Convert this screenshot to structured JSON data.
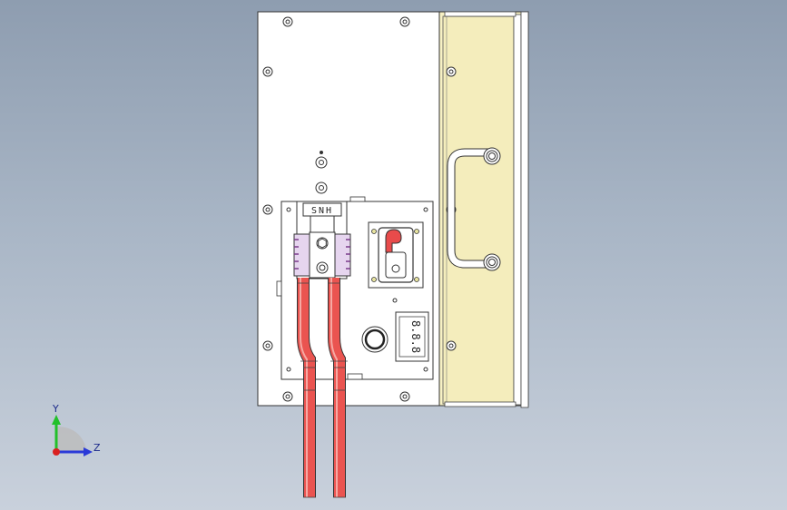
{
  "viewport": {
    "background_top": "#8e9db0",
    "background_bottom": "#c9d1dc"
  },
  "model": {
    "brand_label": "SNH",
    "display_digits": "8.8.8",
    "panel_color": "#ffffff",
    "side_panel_color": "#f6f0c2",
    "cable_color": "#e8514c",
    "connector_color": "#e4d3ee"
  },
  "triad": {
    "y_label": "Y",
    "z_label": "Z",
    "y_color": "#22c02a",
    "z_color": "#2a3ad8",
    "origin_color": "#d92020"
  }
}
